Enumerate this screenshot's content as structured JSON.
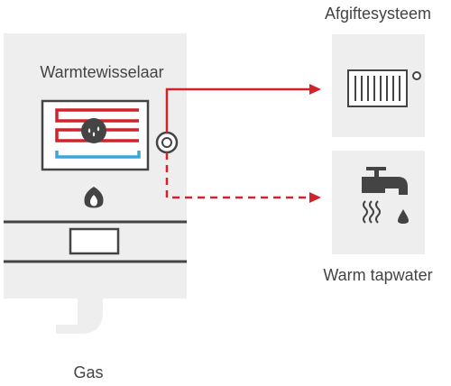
{
  "labels": {
    "boiler": "Warmtewisselaar",
    "emission_system": "Afgiftesysteem",
    "hot_tap_water": "Warm tapwater",
    "gas": "Gas"
  },
  "colors": {
    "panel": "#eeeeee",
    "outline": "#444444",
    "hot": "#d0232a",
    "cold": "#3aa6dc",
    "text": "#444444"
  }
}
